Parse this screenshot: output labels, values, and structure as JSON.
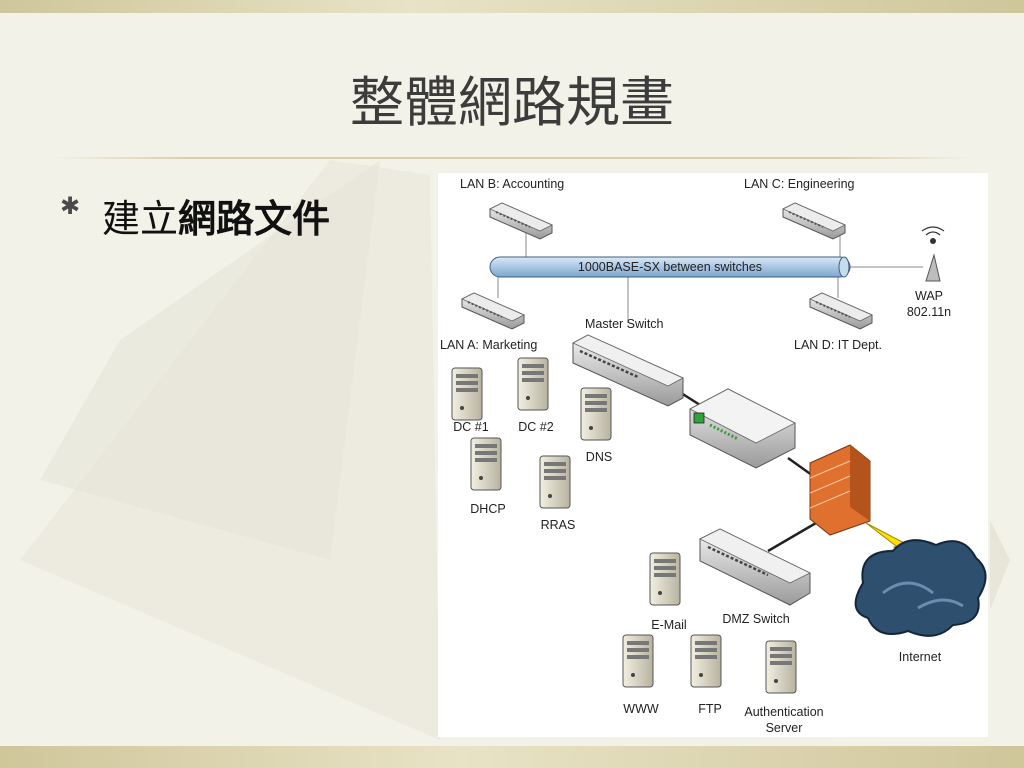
{
  "slide": {
    "title": "整體網路規畫",
    "bullet": {
      "marker": "✱",
      "text_normal": "建立",
      "text_bold": "網路文件"
    }
  },
  "diagram": {
    "backbone_label": "1000BASE-SX between switches",
    "lan_b": "LAN B: Accounting",
    "lan_c": "LAN C: Engineering",
    "lan_a": "LAN A: Marketing",
    "lan_d": "LAN D: IT Dept.",
    "wap_line1": "WAP",
    "wap_line2": "802.11n",
    "master_switch": "Master Switch",
    "servers": {
      "dc1": "DC #1",
      "dc2": "DC #2",
      "dns": "DNS",
      "dhcp": "DHCP",
      "rras": "RRAS",
      "email": "E-Mail",
      "www": "WWW",
      "ftp": "FTP",
      "auth_line1": "Authentication",
      "auth_line2": "Server"
    },
    "dmz_switch": "DMZ Switch",
    "internet": "Internet"
  },
  "colors": {
    "background": "#f3f2e8",
    "band": "#cfc69a",
    "backbone": "#a9c6e3",
    "firewall": "#e0702e",
    "cloud": "#2f4f6e"
  }
}
